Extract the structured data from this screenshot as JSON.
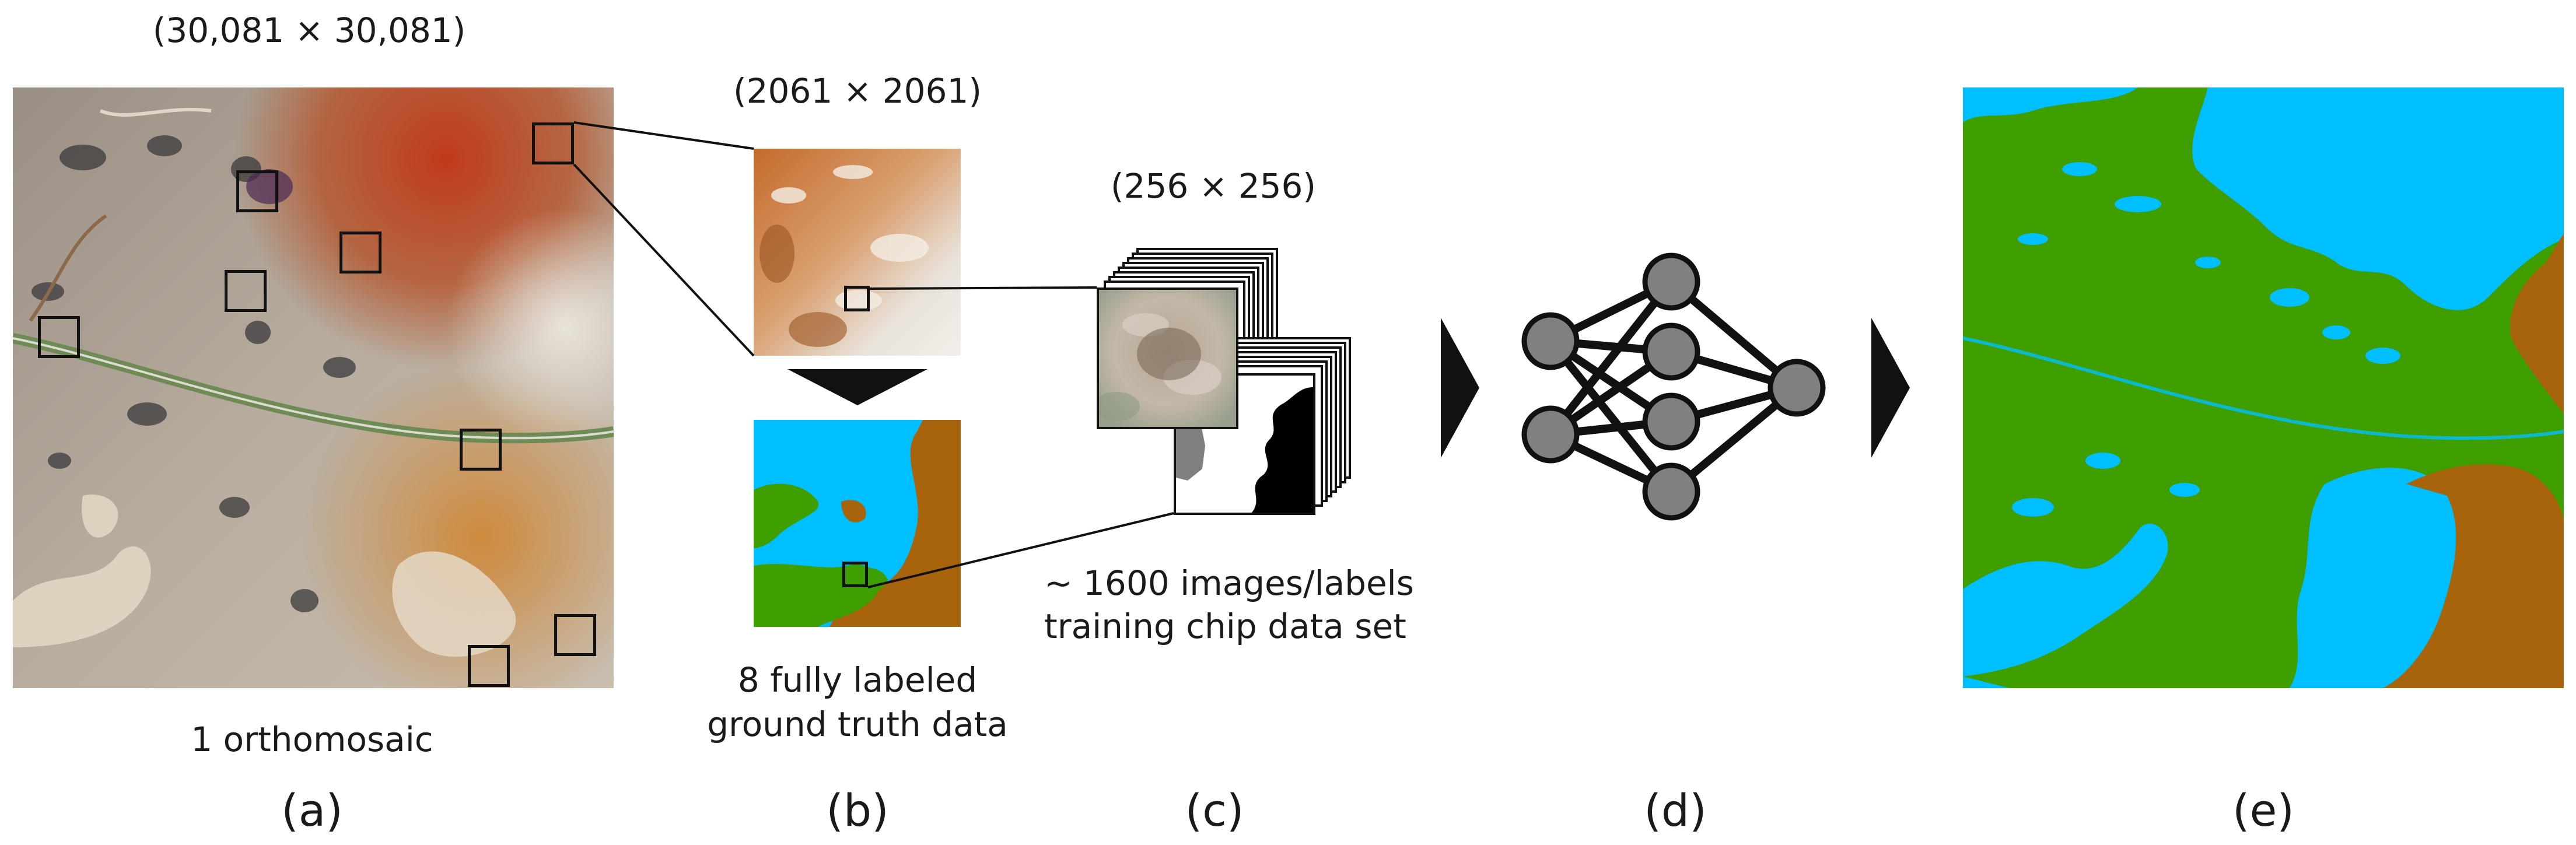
{
  "panel_a": {
    "dimension": "(30,081 × 30,081)",
    "caption": "1 orthomosaic",
    "letter": "(a)"
  },
  "panel_b": {
    "dimension": "(2061 × 2061)",
    "caption_line1": "8 fully labeled",
    "caption_line2": "ground truth data",
    "letter": "(b)"
  },
  "panel_c": {
    "dimension": "(256 × 256)",
    "caption_line1": "~ 1600 images/labels",
    "caption_line2": "training chip data set",
    "letter": "(c)"
  },
  "panel_d": {
    "letter": "(d)"
  },
  "panel_e": {
    "letter": "(e)"
  },
  "colors": {
    "water": "#00bfff",
    "vegetation": "#3f9f00",
    "soil": "#a8640c"
  }
}
